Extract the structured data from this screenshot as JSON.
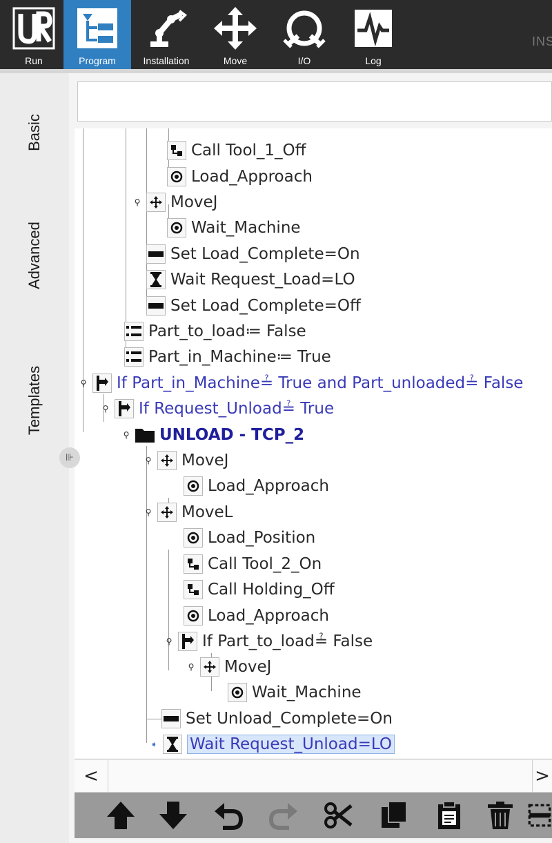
{
  "nav": {
    "items": [
      {
        "label": "Run",
        "icon": "ur-logo-icon"
      },
      {
        "label": "Program",
        "icon": "program-tree-icon",
        "active": true
      },
      {
        "label": "Installation",
        "icon": "robot-arm-icon"
      },
      {
        "label": "Move",
        "icon": "move-arrows-icon"
      },
      {
        "label": "I/O",
        "icon": "io-icon"
      },
      {
        "label": "Log",
        "icon": "log-icon"
      }
    ],
    "overflow_text": "INS"
  },
  "side_tabs": {
    "basic": "Basic",
    "advanced": "Advanced",
    "templates": "Templates"
  },
  "tree": {
    "nodes": [
      {
        "icon": "call-icon",
        "label": "Call Tool_1_Off"
      },
      {
        "icon": "waypoint-icon",
        "label": "Load_Approach"
      },
      {
        "icon": "move-icon",
        "label": "MoveJ"
      },
      {
        "icon": "waypoint-icon",
        "label": "Wait_Machine"
      },
      {
        "icon": "set-icon",
        "label": "Set Load_Complete=On"
      },
      {
        "icon": "wait-icon",
        "label": "Wait Request_Load=LO"
      },
      {
        "icon": "set-icon",
        "label": "Set Load_Complete=Off"
      },
      {
        "icon": "assignment-icon",
        "label": "Part_to_load≔ False"
      },
      {
        "icon": "assignment-icon",
        "label": "Part_in_Machine≔ True"
      },
      {
        "icon": "if-icon",
        "label": "If Part_in_Machine≟ True  and Part_unloaded≟ False"
      },
      {
        "icon": "if-icon",
        "label": "If Request_Unload≟ True"
      },
      {
        "icon": "folder-icon",
        "label": "UNLOAD - TCP_2"
      },
      {
        "icon": "move-icon",
        "label": "MoveJ"
      },
      {
        "icon": "waypoint-icon",
        "label": "Load_Approach"
      },
      {
        "icon": "move-icon",
        "label": "MoveL"
      },
      {
        "icon": "waypoint-icon",
        "label": "Load_Position"
      },
      {
        "icon": "call-icon",
        "label": "Call Tool_2_On"
      },
      {
        "icon": "call-icon",
        "label": "Call Holding_Off"
      },
      {
        "icon": "waypoint-icon",
        "label": "Load_Approach"
      },
      {
        "icon": "if-icon",
        "label": "If Part_to_load≟ False"
      },
      {
        "icon": "move-icon",
        "label": "MoveJ"
      },
      {
        "icon": "waypoint-icon",
        "label": "Wait_Machine"
      },
      {
        "icon": "set-icon",
        "label": "Set Unload_Complete=On"
      },
      {
        "icon": "wait-icon",
        "label": "Wait Request_Unload=LO",
        "selected": true
      }
    ]
  },
  "scrollbar": {
    "left": "<",
    "right": ">"
  },
  "toolbar": {
    "buttons": [
      "move-up-icon",
      "move-down-icon",
      "undo-icon",
      "redo-icon",
      "cut-icon",
      "copy-icon",
      "paste-icon",
      "delete-icon",
      "suppress-icon"
    ]
  },
  "colors": {
    "topbar": "#2b2b2b",
    "active_tab": "#2f7fc1",
    "flow_text": "#3a3ab8",
    "folder_text": "#1f1f9c",
    "toolbar": "#9a9a9a"
  }
}
